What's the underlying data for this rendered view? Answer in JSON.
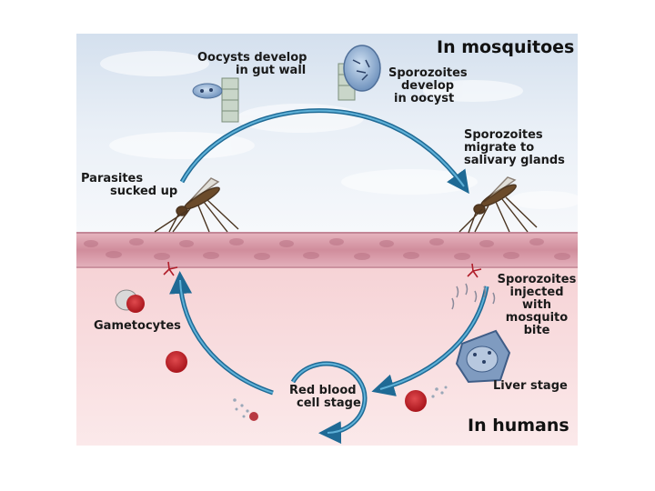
{
  "regions": {
    "top": "In mosquitoes",
    "bottom": "In humans"
  },
  "stages": {
    "oocysts_line1": "Oocysts develop",
    "oocysts_line2": "in gut wall",
    "spz_dev_line1": "Sporozoites",
    "spz_dev_line2": "develop",
    "spz_dev_line3": "in oocyst",
    "spz_mig_line1": "Sporozoites",
    "spz_mig_line2": "migrate to",
    "spz_mig_line3": "salivary glands",
    "suck_line1": "Parasites",
    "suck_line2": "sucked up",
    "inj_line1": "Sporozoites",
    "inj_line2": "injected",
    "inj_line3": "with",
    "inj_line4": "mosquito",
    "inj_line5": "bite",
    "gametocytes": "Gametocytes",
    "liver": "Liver stage",
    "rbc_line1": "Red blood",
    "rbc_line2": "cell stage"
  },
  "colors": {
    "arrow": "#2e7ea8",
    "rbc": "#c42026",
    "skin": "#d9a0ac",
    "sky": "#dfe8f3",
    "flesh": "#f9dfe0"
  }
}
